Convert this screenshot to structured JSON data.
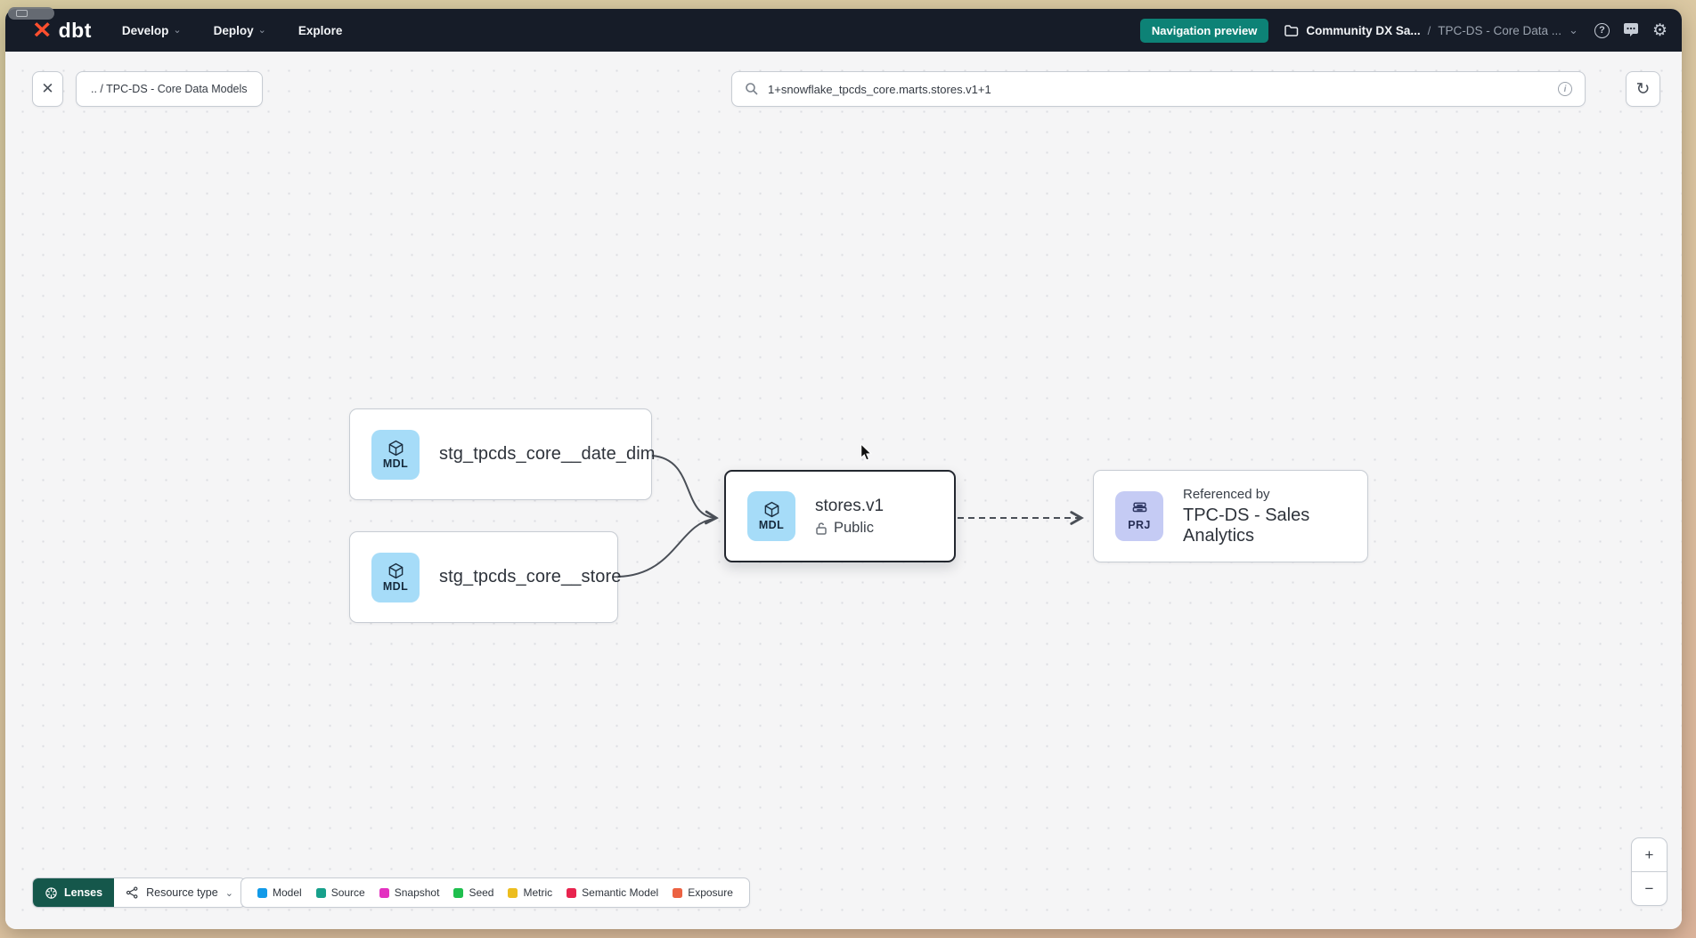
{
  "navbar": {
    "logo_mark": "✕",
    "logo_text": "dbt",
    "menus": [
      {
        "label": "Develop",
        "chevron": "⌄"
      },
      {
        "label": "Deploy",
        "chevron": "⌄"
      },
      {
        "label": "Explore",
        "chevron": ""
      }
    ],
    "nav_preview_label": "Navigation preview",
    "breadcrumb": {
      "project": "Community DX Sa...",
      "separator": "/",
      "section": "TPC-DS - Core Data ...",
      "chevron": "⌄"
    },
    "icons": {
      "help": "?",
      "gear": "⚙"
    }
  },
  "toolbar": {
    "close_icon": "✕",
    "path_chip": ".. / TPC-DS - Core Data Models",
    "search": {
      "value": "1+snowflake_tpcds_core.marts.stores.v1+1",
      "info_icon": "i"
    },
    "refresh_icon": "↻"
  },
  "graph": {
    "nodes": [
      {
        "badge": "MDL",
        "label": "stg_tpcds_core__date_dim"
      },
      {
        "badge": "MDL",
        "label": "stg_tpcds_core__store"
      },
      {
        "badge": "MDL",
        "label": "stores.v1",
        "access": "Public"
      },
      {
        "badge": "PRJ",
        "ref_label": "Referenced by",
        "label": "TPC-DS - Sales Analytics"
      }
    ]
  },
  "footer": {
    "lenses_label": "Lenses",
    "resource_type_label": "Resource type",
    "resource_type_chevron": "⌄",
    "legend": [
      {
        "label": "Model",
        "color": "#129ae8"
      },
      {
        "label": "Source",
        "color": "#17a08b"
      },
      {
        "label": "Snapshot",
        "color": "#e331c0"
      },
      {
        "label": "Seed",
        "color": "#1fbf4e"
      },
      {
        "label": "Metric",
        "color": "#ecbd1e"
      },
      {
        "label": "Semantic Model",
        "color": "#e8244e"
      },
      {
        "label": "Exposure",
        "color": "#ec6242"
      }
    ]
  },
  "zoom_controls": {
    "zoom_in": "+",
    "zoom_out": "−"
  },
  "colors": {
    "navbar_bg": "#161c28",
    "preview_badge": "#0d8276",
    "lenses_bg": "#15574b",
    "mdl_badge_bg": "#a6dcf8",
    "prj_badge_bg": "#c5cbf4",
    "selected_border": "#23272f",
    "edge": "#4a4f57"
  }
}
